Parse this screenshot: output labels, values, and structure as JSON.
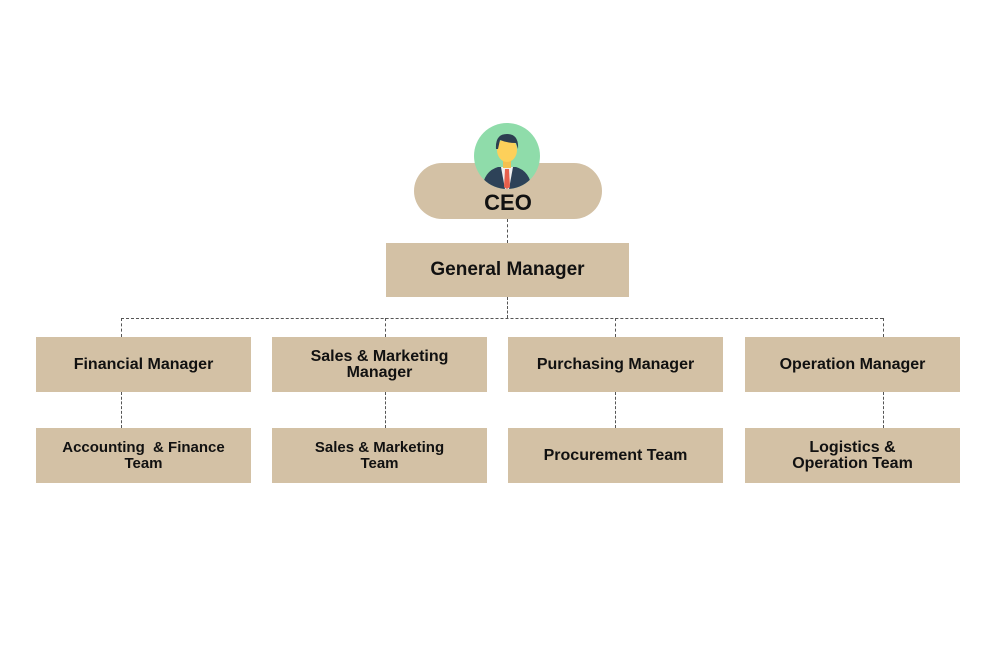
{
  "colors": {
    "box": "#d3c1a5",
    "avatar_bg": "#8fdcaa"
  },
  "ceo": {
    "label": "CEO",
    "icon": "businessman-avatar-icon"
  },
  "general_manager": {
    "label": "General Manager"
  },
  "managers": [
    {
      "label": "Financial Manager",
      "team": "Accounting  & Finance Team"
    },
    {
      "label": "Sales & Marketing Manager",
      "team": "Sales & Marketing Team"
    },
    {
      "label": "Purchasing Manager",
      "team": "Procurement Team"
    },
    {
      "label": "Operation Manager",
      "team": "Logistics & Operation Team"
    }
  ]
}
